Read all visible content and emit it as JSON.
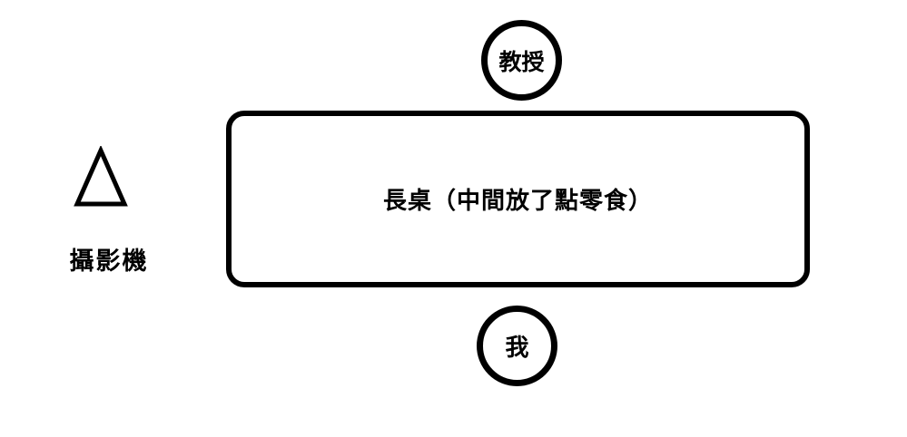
{
  "colors": {
    "stroke": "#000000",
    "background": "#ffffff"
  },
  "diagram": {
    "professor": {
      "label": "教授"
    },
    "table": {
      "label": "長桌（中間放了點零食）"
    },
    "me": {
      "label": "我"
    },
    "camera": {
      "label": "攝影機"
    }
  }
}
